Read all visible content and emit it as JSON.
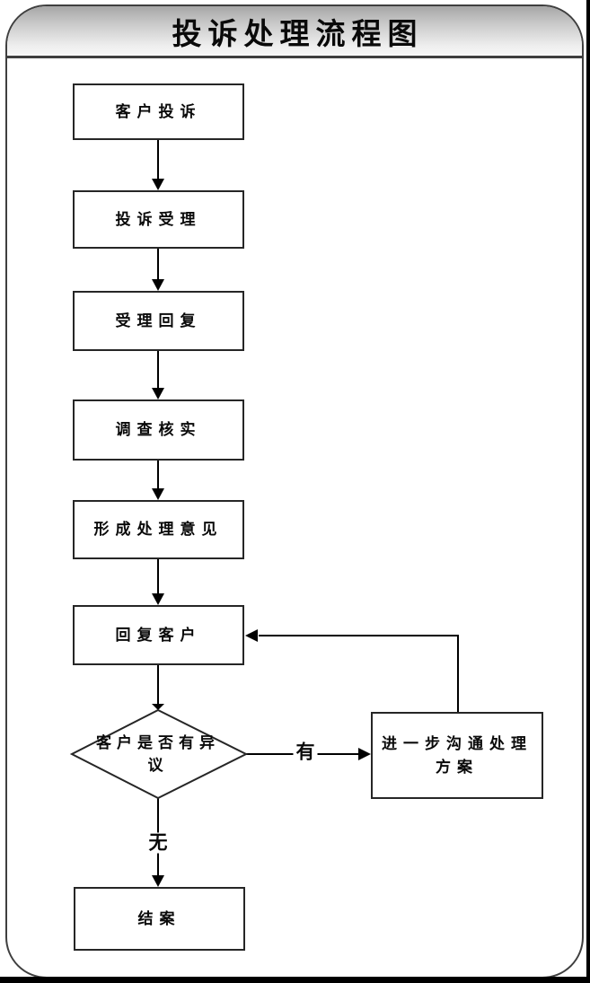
{
  "title": "投诉处理流程图",
  "flowchart": {
    "nodes": [
      {
        "id": "customer-complaint",
        "label": "客户投诉",
        "type": "process"
      },
      {
        "id": "complaint-acceptance",
        "label": "投诉受理",
        "type": "process"
      },
      {
        "id": "acceptance-reply",
        "label": "受理回复",
        "type": "process"
      },
      {
        "id": "investigation-verify",
        "label": "调查核实",
        "type": "process"
      },
      {
        "id": "form-handling-opinion",
        "label": "形成处理意见",
        "type": "process"
      },
      {
        "id": "reply-customer",
        "label": "回复客户",
        "type": "process"
      },
      {
        "id": "customer-objection",
        "label": "客户是否有异议",
        "type": "decision"
      },
      {
        "id": "further-communication",
        "label": "进一步沟通处理方案",
        "type": "process"
      },
      {
        "id": "close-case",
        "label": "结案",
        "type": "process"
      }
    ],
    "edges": [
      {
        "from": "customer-complaint",
        "to": "complaint-acceptance",
        "label": ""
      },
      {
        "from": "complaint-acceptance",
        "to": "acceptance-reply",
        "label": ""
      },
      {
        "from": "acceptance-reply",
        "to": "investigation-verify",
        "label": ""
      },
      {
        "from": "investigation-verify",
        "to": "form-handling-opinion",
        "label": ""
      },
      {
        "from": "form-handling-opinion",
        "to": "reply-customer",
        "label": ""
      },
      {
        "from": "reply-customer",
        "to": "customer-objection",
        "label": ""
      },
      {
        "from": "customer-objection",
        "to": "further-communication",
        "label": "有"
      },
      {
        "from": "further-communication",
        "to": "reply-customer",
        "label": ""
      },
      {
        "from": "customer-objection",
        "to": "close-case",
        "label": "无"
      }
    ],
    "edge_labels": {
      "yes": "有",
      "no": "无"
    }
  },
  "colors": {
    "background": "#ffffff",
    "frame_border": "#3f3f3f",
    "band_gradient_top": "#a6a6a6",
    "band_gradient_bottom": "#f8f8f8",
    "node_border": "#262626",
    "node_fill": "#ffffff",
    "connector": "#000000",
    "text": "#0a0a0a"
  }
}
